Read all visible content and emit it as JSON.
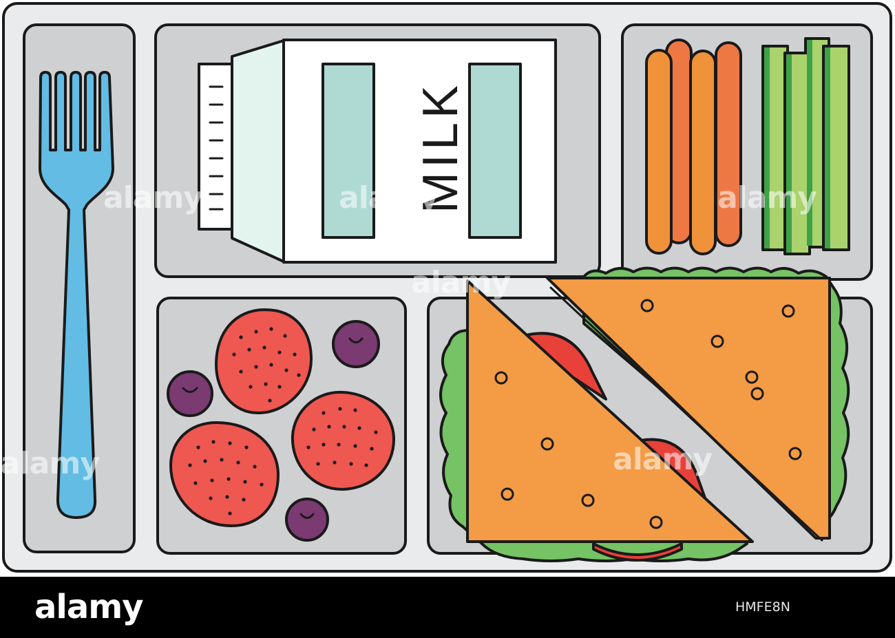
{
  "carton": {
    "label": "MILK"
  },
  "watermark": {
    "text": "alamy"
  },
  "footer": {
    "brand": "alamy",
    "image_id": "HMFE8N"
  },
  "colors": {
    "tray": "#e9ebec",
    "compartment": "#cfd0d2",
    "outline": "#1a1a1a",
    "fork": "#62bce3",
    "carton": "#ffffff",
    "carton_side": "#e3f4ef",
    "carton_panel": "#aedad3",
    "carrot": "#f0923a",
    "carrot_dark": "#ee7844",
    "celery": "#aad26d",
    "celery_dark": "#3fa248",
    "strawberry": "#ef5751",
    "blueberry": "#7b3a72",
    "bread": "#f39b45",
    "lettuce": "#75c364",
    "tomato": "#e8413a"
  }
}
